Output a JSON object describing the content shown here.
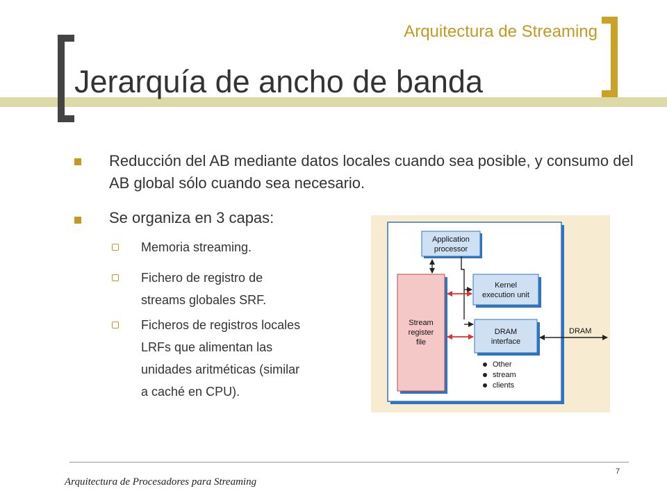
{
  "header": {
    "section_title": "Arquitectura de Streaming",
    "slide_title": "Jerarquía de ancho de banda"
  },
  "bullets": [
    {
      "text": "Reducción del AB mediante datos locales cuando sea posible, y consumo del AB global sólo cuando sea necesario."
    },
    {
      "text": "Se organiza en 3 capas:",
      "subitems": [
        {
          "lines": [
            "Memoria streaming."
          ]
        },
        {
          "lines": [
            "Fichero de registro de",
            "streams globales SRF."
          ]
        },
        {
          "lines": [
            "Ficheros de registros locales",
            "LRFs que alimentan las",
            "unidades aritméticas (similar",
            "a caché en CPU)."
          ]
        }
      ]
    }
  ],
  "diagram": {
    "application_processor": [
      "Application",
      "processor"
    ],
    "kernel_execution_unit": [
      "Kernel",
      "execution unit"
    ],
    "stream_register_file": [
      "Stream",
      "register",
      "file"
    ],
    "dram_interface": [
      "DRAM",
      "interface"
    ],
    "dram_label": "DRAM",
    "other_clients": [
      "Other",
      "stream",
      "clients"
    ]
  },
  "footer": {
    "course": "Arquitectura de Procesadores para Streaming",
    "page": "7"
  },
  "colors": {
    "accent_gold": "#c29a1f",
    "header_band": "#ddd9a8",
    "diagram_bg": "#f7ecd2",
    "diagram_box": "#cfe0f2",
    "diagram_border": "#2f74c0",
    "srf_fill": "#f5c8c8",
    "arrow_red": "#e03030"
  }
}
